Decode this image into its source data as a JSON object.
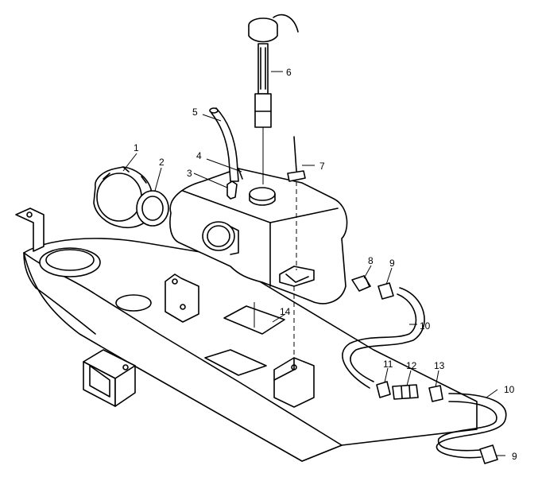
{
  "diagram": {
    "callouts": [
      {
        "id": "c1",
        "text": "1"
      },
      {
        "id": "c2",
        "text": "2"
      },
      {
        "id": "c3",
        "text": "3"
      },
      {
        "id": "c4",
        "text": "4"
      },
      {
        "id": "c5",
        "text": "5"
      },
      {
        "id": "c6",
        "text": "6"
      },
      {
        "id": "c7",
        "text": "7"
      },
      {
        "id": "c8",
        "text": "8"
      },
      {
        "id": "c9a",
        "text": "9"
      },
      {
        "id": "c10a",
        "text": "10"
      },
      {
        "id": "c11",
        "text": "11"
      },
      {
        "id": "c12",
        "text": "12"
      },
      {
        "id": "c13",
        "text": "13"
      },
      {
        "id": "c10b",
        "text": "10"
      },
      {
        "id": "c14",
        "text": "14"
      },
      {
        "id": "c9b",
        "text": "9"
      }
    ]
  }
}
